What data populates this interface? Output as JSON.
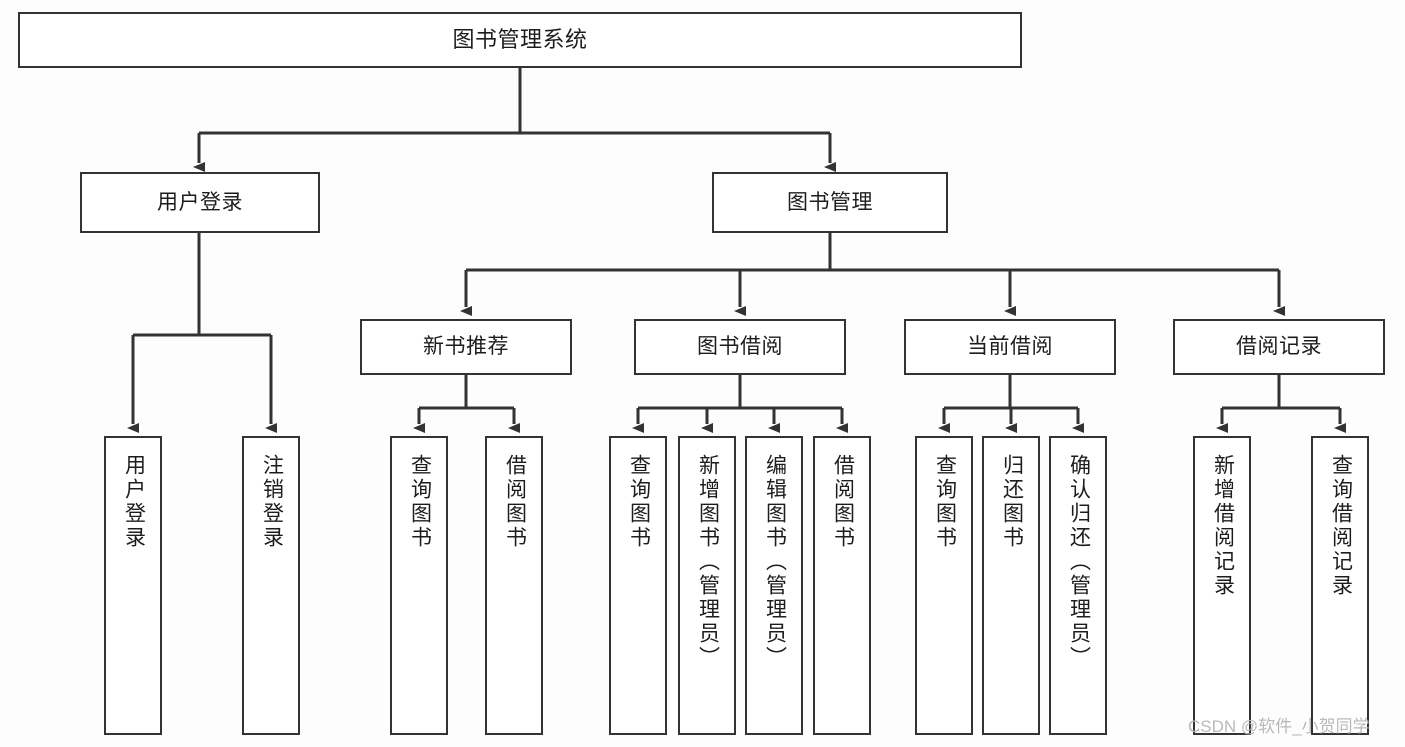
{
  "diagram": {
    "type": "tree",
    "title": "图书管理系统",
    "watermark": "CSDN @软件_小贺同学",
    "colors": {
      "border": "#333333",
      "fill": "#ffffff",
      "line": "#333333",
      "background": "#fdfdfd",
      "watermark": "#b9b9b9"
    },
    "nodes": {
      "root": {
        "label": "图书管理系统"
      },
      "level2": [
        {
          "label": "用户登录"
        },
        {
          "label": "图书管理"
        }
      ],
      "level3": [
        {
          "label": "新书推荐"
        },
        {
          "label": "图书借阅"
        },
        {
          "label": "当前借阅"
        },
        {
          "label": "借阅记录"
        }
      ],
      "leaves": [
        {
          "label": "用户登录"
        },
        {
          "label": "注销登录"
        },
        {
          "label": "查询图书"
        },
        {
          "label": "借阅图书"
        },
        {
          "label": "查询图书"
        },
        {
          "label": "新增图书（管理员）"
        },
        {
          "label": "编辑图书（管理员）"
        },
        {
          "label": "借阅图书"
        },
        {
          "label": "查询图书"
        },
        {
          "label": "归还图书"
        },
        {
          "label": "确认归还（管理员）"
        },
        {
          "label": "新增借阅记录"
        },
        {
          "label": "查询借阅记录"
        }
      ]
    }
  }
}
